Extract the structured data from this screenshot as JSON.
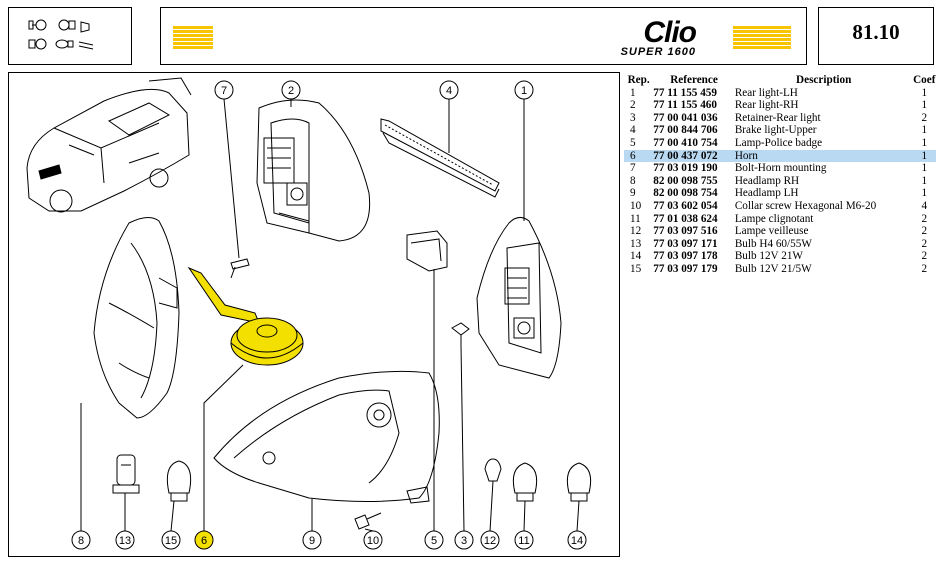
{
  "header": {
    "brand": "Clio",
    "brand_sub": "SUPER 1600",
    "page_number": "81.10"
  },
  "colors": {
    "accent": "#f6c400",
    "highlight_row": "#b9d9f2",
    "highlight_part": "#f3df00"
  },
  "icons": [
    "lamp-bulbs-icon",
    "stripe-logo-icon"
  ],
  "table": {
    "columns": [
      "Rep.",
      "Reference",
      "Description",
      "Coef"
    ],
    "highlighted_rep": "6",
    "rows": [
      {
        "rep": "1",
        "ref": "77 11 155 459",
        "desc": "Rear light-LH",
        "coef": "1"
      },
      {
        "rep": "2",
        "ref": "77 11 155 460",
        "desc": "Rear light-RH",
        "coef": "1"
      },
      {
        "rep": "3",
        "ref": "77 00 041 036",
        "desc": "Retainer-Rear light",
        "coef": "2"
      },
      {
        "rep": "4",
        "ref": "77 00 844 706",
        "desc": "Brake light-Upper",
        "coef": "1"
      },
      {
        "rep": "5",
        "ref": "77 00 410 754",
        "desc": "Lamp-Police badge",
        "coef": "1"
      },
      {
        "rep": "6",
        "ref": "77 00 437 072",
        "desc": "Horn",
        "coef": "1"
      },
      {
        "rep": "7",
        "ref": "77 03 019 190",
        "desc": "Bolt-Horn mounting",
        "coef": "1"
      },
      {
        "rep": "8",
        "ref": "82 00 098 755",
        "desc": "Headlamp RH",
        "coef": "1"
      },
      {
        "rep": "9",
        "ref": "82 00 098 754",
        "desc": "Headlamp LH",
        "coef": "1"
      },
      {
        "rep": "10",
        "ref": "77 03 602 054",
        "desc": "Collar screw Hexagonal M6-20",
        "coef": "4"
      },
      {
        "rep": "11",
        "ref": "77 01 038 624",
        "desc": "Lampe clignotant",
        "coef": "2"
      },
      {
        "rep": "12",
        "ref": "77 03 097 516",
        "desc": "Lampe veilleuse",
        "coef": "2"
      },
      {
        "rep": "13",
        "ref": "77 03 097 171",
        "desc": "Bulb H4 60/55W",
        "coef": "2"
      },
      {
        "rep": "14",
        "ref": "77 03 097 178",
        "desc": "Bulb 12V 21W",
        "coef": "2"
      },
      {
        "rep": "15",
        "ref": "77 03 097 179",
        "desc": "Bulb 12V 21/5W",
        "coef": "2"
      }
    ]
  },
  "callouts": {
    "top": [
      "7",
      "2",
      "4",
      "1"
    ],
    "bottom": [
      "8",
      "13",
      "15",
      "6",
      "9",
      "10",
      "5",
      "3",
      "12",
      "11",
      "14"
    ]
  }
}
